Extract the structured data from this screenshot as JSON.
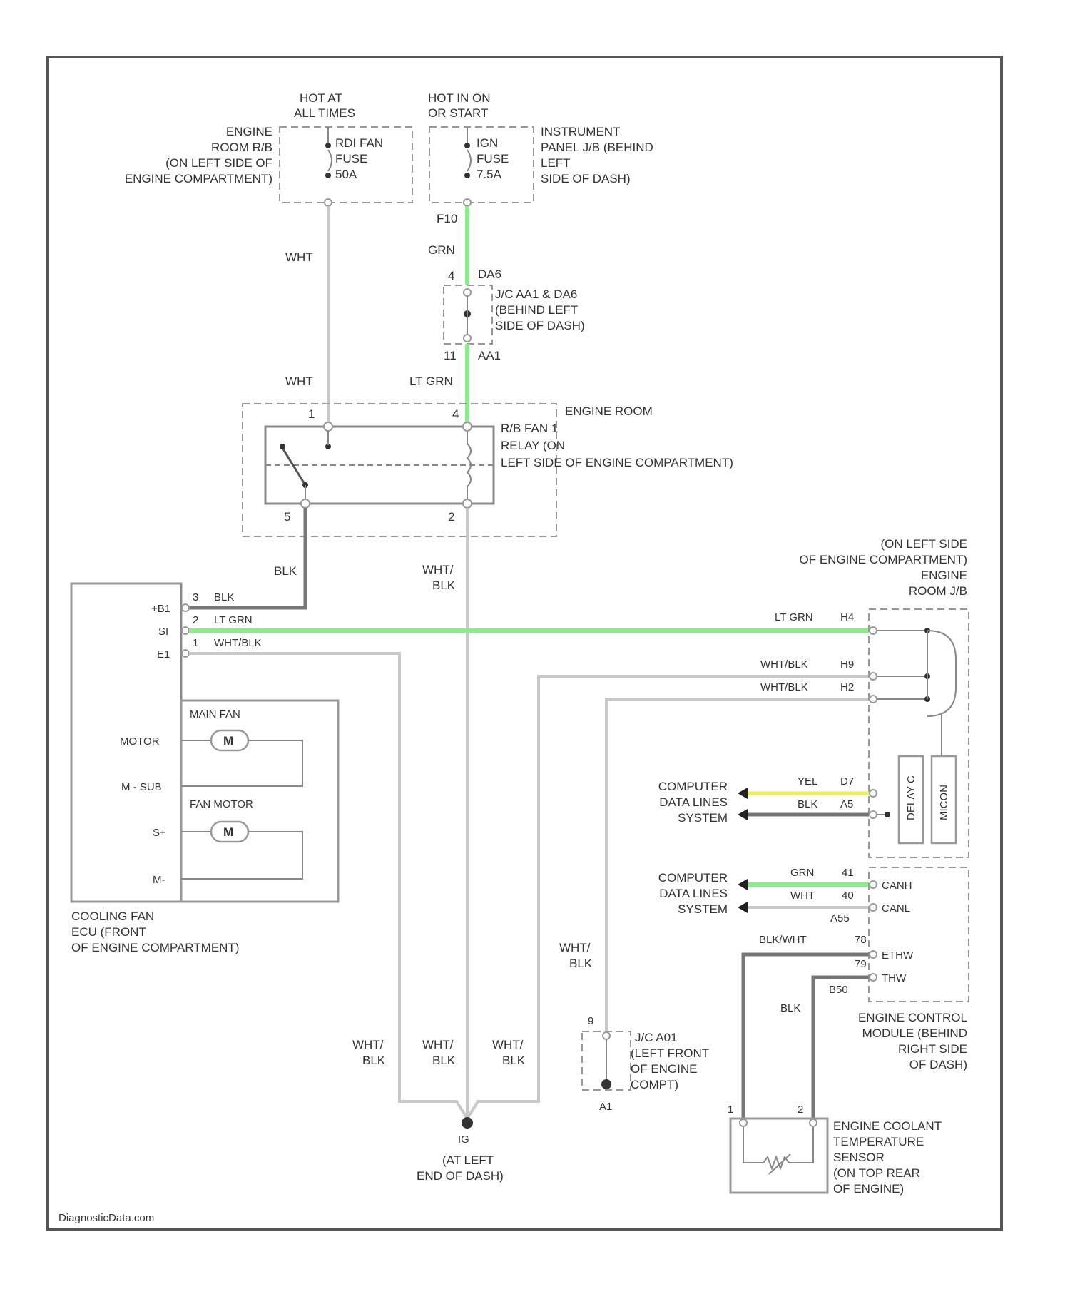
{
  "fuses": {
    "rdi_fan": {
      "hot": [
        "HOT AT",
        "ALL TIMES"
      ],
      "label": [
        "RDI FAN",
        "FUSE",
        "50A"
      ],
      "location": [
        "ENGINE",
        "ROOM R/B",
        "(ON LEFT SIDE OF",
        "ENGINE COMPARTMENT)"
      ]
    },
    "ign": {
      "hot": [
        "HOT IN ON",
        "OR START"
      ],
      "label": [
        "IGN",
        "FUSE",
        "7.5A"
      ],
      "location": [
        "INSTRUMENT",
        "PANEL J/B (BEHIND",
        "LEFT",
        "SIDE OF DASH)"
      ],
      "pin": "F10"
    }
  },
  "junction_a": {
    "label": [
      "J/C AA1 & DA6",
      "(BEHIND LEFT",
      "SIDE OF DASH)"
    ],
    "pin_top_num": "4",
    "pin_top": "DA6",
    "pin_bottom_num": "11",
    "pin_bottom": "AA1"
  },
  "relay": {
    "label": [
      "ENGINE ROOM",
      "R/B FAN 1",
      "RELAY (ON",
      "LEFT SIDE OF ENGINE COMPARTMENT)"
    ],
    "pins": [
      "1",
      "4",
      "5",
      "2"
    ]
  },
  "wires": {
    "wht": "WHT",
    "grn": "GRN",
    "lt_grn": "LT GRN",
    "blk": "BLK",
    "wht_blk": "WHT/BLK",
    "yel": "YEL",
    "blk_wht": "BLK/WHT",
    "wht_blk_stack": [
      "WHT/",
      "BLK"
    ]
  },
  "fan_ecu": {
    "label": [
      "COOLING FAN",
      "ECU (FRONT",
      "OF ENGINE COMPARTMENT)"
    ],
    "pins": [
      {
        "num": "3",
        "name": "+B1",
        "wire": "BLK"
      },
      {
        "num": "2",
        "name": "SI",
        "wire": "LT GRN"
      },
      {
        "num": "1",
        "name": "E1",
        "wire": "WHT/BLK"
      }
    ],
    "main_fan": "MAIN FAN",
    "motor_label": "MOTOR",
    "m_sub": "M - SUB",
    "fan_motor": "FAN MOTOR",
    "s_plus": "S+",
    "s_minus": "M-",
    "m": "M"
  },
  "engine_room_jb": {
    "label": [
      "(ON LEFT SIDE",
      "OF ENGINE COMPARTMENT)",
      "ENGINE",
      "ROOM J/B"
    ],
    "pins": [
      {
        "wire": "LT GRN",
        "pin": "H4"
      },
      {
        "wire": "WHT/BLK",
        "pin": "H9"
      },
      {
        "wire": "WHT/BLK",
        "pin": "H2"
      }
    ],
    "relay_a": "DELAY C",
    "relay_b": "MICON"
  },
  "computer_data": {
    "label": [
      "COMPUTER",
      "DATA LINES",
      "SYSTEM"
    ],
    "group1": [
      {
        "wire": "YEL",
        "pin": "D7"
      },
      {
        "wire": "BLK",
        "pin": "A5"
      }
    ],
    "group2": [
      {
        "wire": "GRN",
        "pin": "41",
        "sig": "CANH"
      },
      {
        "wire": "WHT",
        "pin": "40",
        "sig": "CANL"
      }
    ],
    "a55": "A55"
  },
  "ecm": {
    "label": [
      "ENGINE CONTROL",
      "MODULE (BEHIND",
      "RIGHT SIDE",
      "OF DASH)"
    ],
    "pins": [
      {
        "wire": "BLK/WHT",
        "pin": "78",
        "sig": "ETHW"
      },
      {
        "wire": "",
        "pin": "79",
        "sig": "THW"
      }
    ],
    "b50": "B50",
    "blk": "BLK"
  },
  "sensor": {
    "label": [
      "ENGINE COOLANT",
      "TEMPERATURE",
      "SENSOR",
      "(ON TOP REAR",
      "OF ENGINE)"
    ],
    "pins": [
      "1",
      "2"
    ]
  },
  "junction_b": {
    "label": [
      "J/C A01",
      "(LEFT FRONT",
      "OF ENGINE",
      "COMPT)"
    ],
    "pin_num": "9",
    "ground": "A1"
  },
  "ground": {
    "id": "IG",
    "label": [
      "(AT LEFT",
      "END OF DASH)"
    ]
  },
  "watermark": "DiagnosticData.com",
  "colors": {
    "green_wire": "#88ee88",
    "yellow_wire": "#eeee55",
    "black_wire": "#777777",
    "white_wire": "#c8c8c8"
  }
}
